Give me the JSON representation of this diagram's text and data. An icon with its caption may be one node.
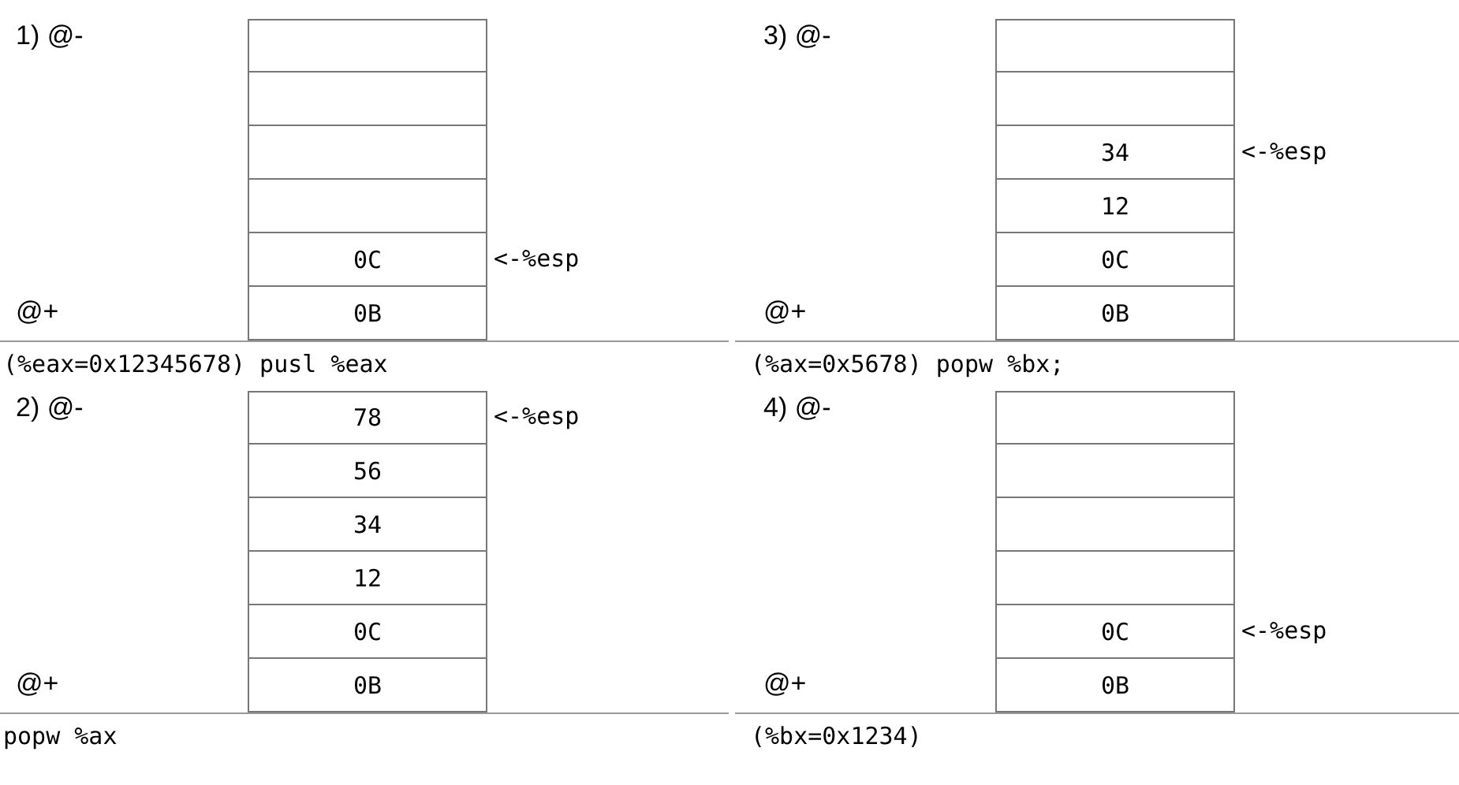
{
  "diagram": {
    "nodes": [
      {
        "text": [],
        "shape": "box"
      },
      {
        "text": [],
        "shape": "box"
      },
      {
        "text": [],
        "shape": "box"
      },
      {
        "text": [],
        "shape": "box"
      },
      {
        "text": [
          "0C"
        ]
      },
      {
        "text": [
          "0B"
        ]
      },
      {
        "text": [
          "78"
        ]
      },
      {
        "text": [
          "56"
        ]
      },
      {
        "text": [
          "34"
        ]
      },
      {
        "text": [
          "12"
        ]
      },
      {
        "text": [
          "0C"
        ]
      },
      {
        "text": [
          "0B"
        ]
      },
      {
        "text": [],
        "shape": "box"
      },
      {
        "text": [],
        "shape": "box"
      },
      {
        "text": [
          "34"
        ]
      },
      {
        "text": [
          "12"
        ]
      },
      {
        "text": [
          "0C"
        ]
      },
      {
        "text": [
          "0B"
        ]
      },
      {
        "text": [],
        "shape": "box"
      },
      {
        "text": [],
        "shape": "box"
      },
      {
        "text": [],
        "shape": "box"
      },
      {
        "text": [],
        "shape": "box"
      },
      {
        "text": [
          "0C"
        ]
      },
      {
        "text": [
          "0B"
        ]
      }
    ],
    "labels": [
      "1) @-",
      "<-%esp",
      "@+",
      "(%eax=0x12345678) pusl %eax",
      "2) @-",
      "<-%esp",
      "@+",
      "popw %ax",
      "3) @-",
      "<-%esp",
      "@+",
      "(%ax=0x5678) popw %bx;",
      "4) @-",
      "<-%esp",
      "@+",
      "(%bx=0x1234)"
    ]
  }
}
